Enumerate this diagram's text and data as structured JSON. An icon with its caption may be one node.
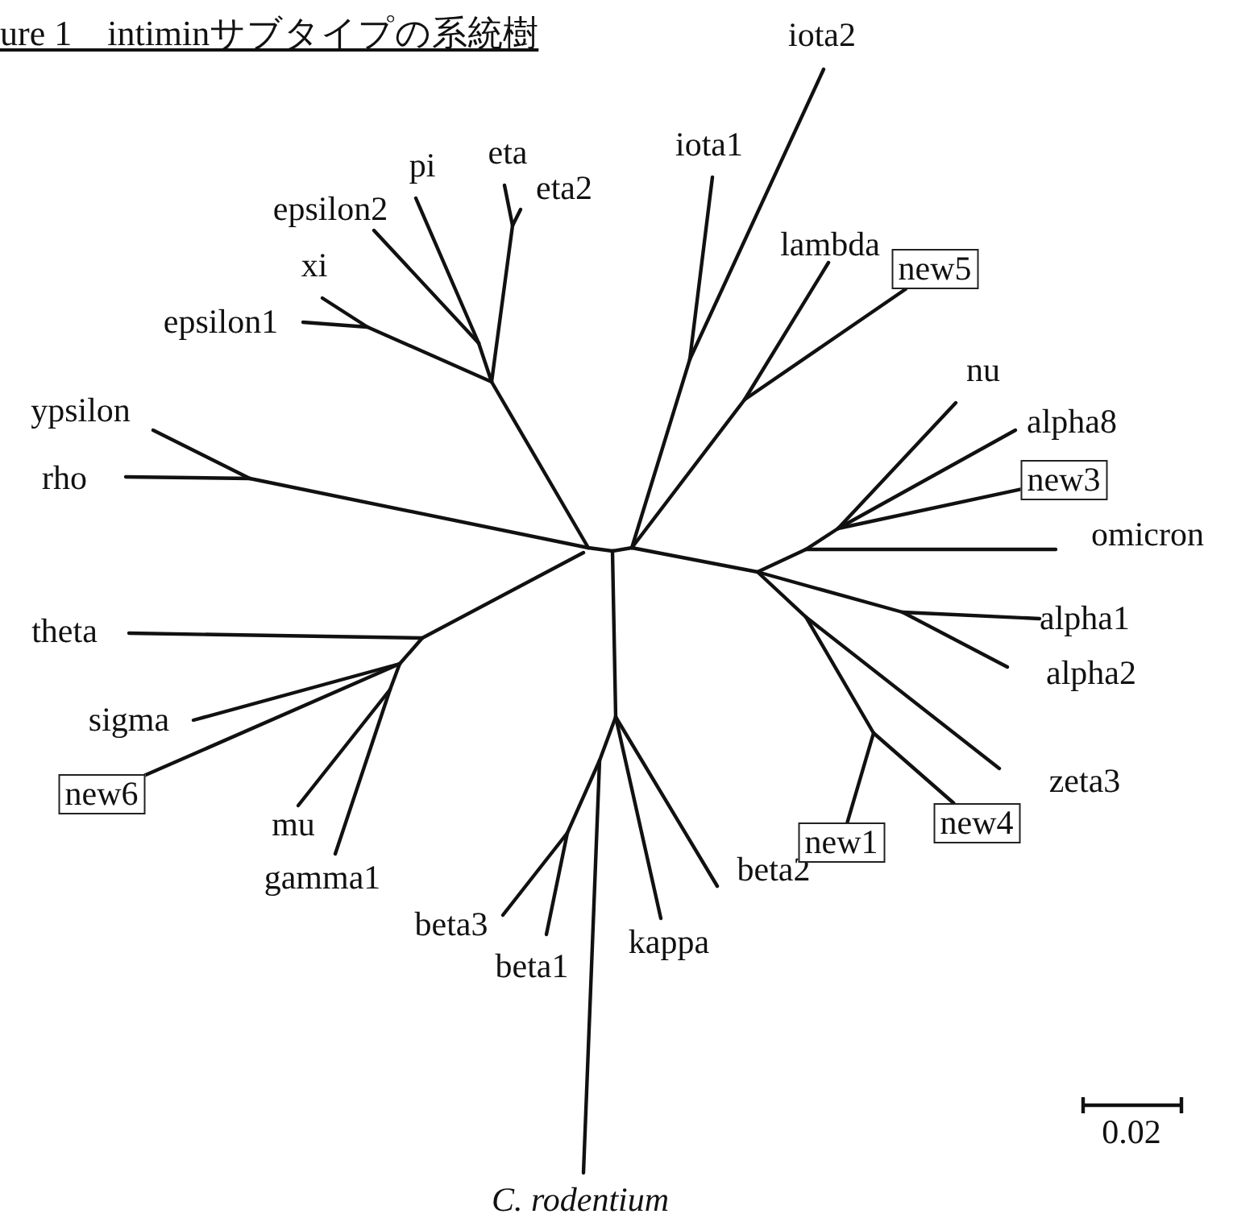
{
  "diagram": {
    "title": "ure 1　intiminサブタイプの系統樹",
    "nodes": [
      {
        "text": [
          "new5"
        ]
      },
      {
        "text": [
          "new3"
        ]
      },
      {
        "text": [
          "new6"
        ]
      },
      {
        "text": [
          "new4"
        ]
      },
      {
        "text": [
          "new1"
        ]
      }
    ],
    "edges": [
      {
        "from": null,
        "to": 0,
        "arrow": "none"
      },
      {
        "from": null,
        "to": 1,
        "arrow": "none"
      },
      {
        "from": null,
        "to": 2,
        "arrow": "none"
      },
      {
        "from": null,
        "to": 3,
        "arrow": "none"
      },
      {
        "from": null,
        "to": 4,
        "arrow": "none"
      }
    ],
    "labels": [
      "iota2",
      "iota1",
      "eta",
      "pi",
      "eta2",
      "epsilon2",
      "lambda",
      "xi",
      "epsilon1",
      "nu",
      "ypsilon",
      "alpha8",
      "rho",
      "omicron",
      "theta",
      "alpha1",
      "alpha2",
      "sigma",
      "zeta3",
      "mu",
      "gamma1",
      "beta2",
      "beta3",
      "kappa",
      "beta1",
      "0.02",
      "C. rodentium"
    ]
  }
}
